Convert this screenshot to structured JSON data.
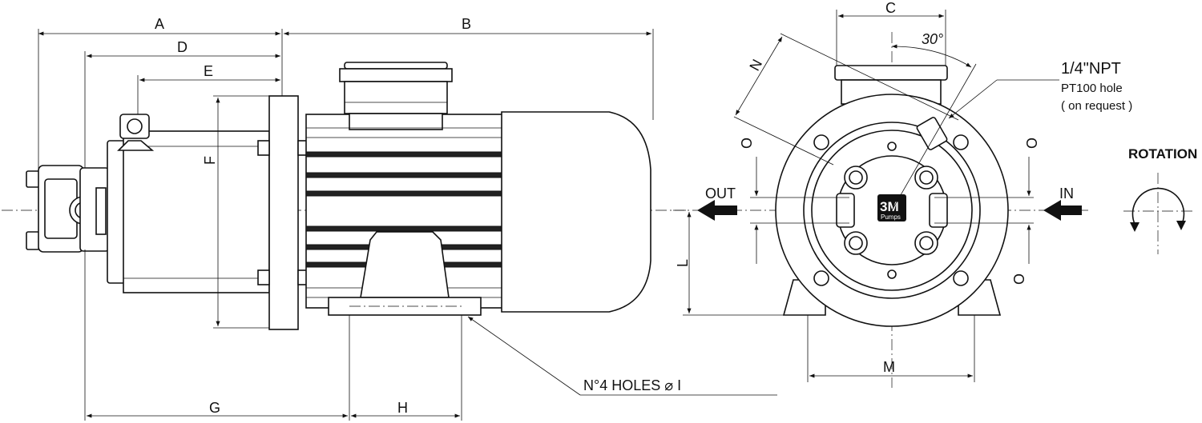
{
  "dimension_labels": {
    "A": "A",
    "B": "B",
    "C": "C",
    "D": "D",
    "E": "E",
    "F": "F",
    "G": "G",
    "H": "H",
    "L": "L",
    "M": "M",
    "N": "N",
    "O1": "O",
    "O2": "O",
    "O3": "O"
  },
  "angle_label": "30°",
  "callouts": {
    "npt_title": "1/4\"NPT",
    "npt_line2": "PT100 hole",
    "npt_line3": "( on request )",
    "holes": "N°4 HOLES ⌀ I"
  },
  "flow": {
    "out": "OUT",
    "in": "IN"
  },
  "rotation_title": "ROTATION",
  "logo_text": "3M",
  "logo_subtext": "Pumps"
}
